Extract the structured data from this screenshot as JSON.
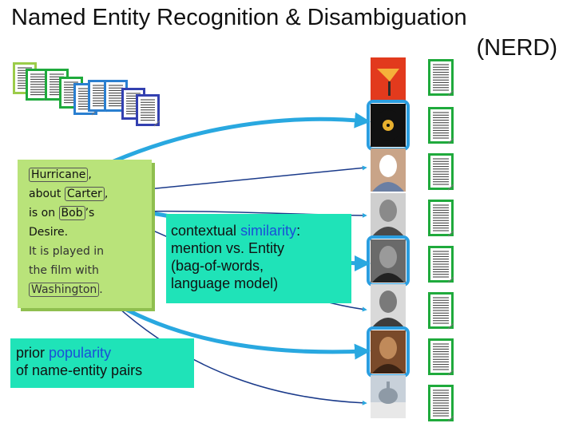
{
  "title": {
    "line1": "Named Entity Recognition & Disambiguation",
    "line2": "(NERD)"
  },
  "note": {
    "lines": [
      {
        "pre": "",
        "mention": "Hurricane",
        "post": ","
      },
      {
        "pre": "about ",
        "mention": "Carter",
        "post": ","
      },
      {
        "pre": "is on ",
        "mention": "Bob",
        "post": "’s"
      },
      {
        "pre": "Desire.",
        "mention": "",
        "post": ""
      },
      {
        "pre": "It is played in",
        "mention": "",
        "post": ""
      },
      {
        "pre": "the film with",
        "mention": "",
        "post": ""
      },
      {
        "pre": "",
        "mention": "Washington",
        "post": "."
      }
    ]
  },
  "similarity_box": {
    "line1_a": "contextual ",
    "line1_b": "similarity",
    "line1_c": ":",
    "line2": "mention vs. Entity",
    "line3": "(bag-of-words,",
    "line4": "language model)"
  },
  "popularity_box": {
    "line1_a": "prior ",
    "line1_b": "popularity",
    "line2": "of name-entity pairs"
  },
  "entities": [
    {
      "name": "cocktail-icon",
      "colors": [
        "#e23a1d",
        "#f5b13a",
        "#2a2a2a"
      ]
    },
    {
      "name": "vinyl-record-icon",
      "colors": [
        "#111111",
        "#e8b02e",
        "#111111"
      ]
    },
    {
      "name": "president-portrait-icon",
      "colors": [
        "#c9a488",
        "#6b7fa3",
        "#ffffff"
      ]
    },
    {
      "name": "musician-portrait-icon",
      "colors": [
        "#cfcfcf",
        "#4a4a4a",
        "#8a8a8a"
      ]
    },
    {
      "name": "singer-portrait-icon",
      "colors": [
        "#6a6a6a",
        "#222222",
        "#9a9a9a"
      ]
    },
    {
      "name": "senator-portrait-icon",
      "colors": [
        "#d9d9d9",
        "#3d3d3d",
        "#7a7a7a"
      ]
    },
    {
      "name": "actor-portrait-icon",
      "colors": [
        "#7a4a2a",
        "#3a2213",
        "#c08a5a"
      ]
    },
    {
      "name": "capitol-building-icon",
      "colors": [
        "#c8d1da",
        "#e8e8e8",
        "#8e9aa6"
      ]
    }
  ],
  "colors": {
    "arrow": "#29a8e0",
    "highlight": "#2b9ee0",
    "doc_green": "#1faa3c",
    "doc_blue": "#2a7fd0",
    "doc_indigo": "#3340b0",
    "doc_lightgreen": "#9ccc4a"
  }
}
